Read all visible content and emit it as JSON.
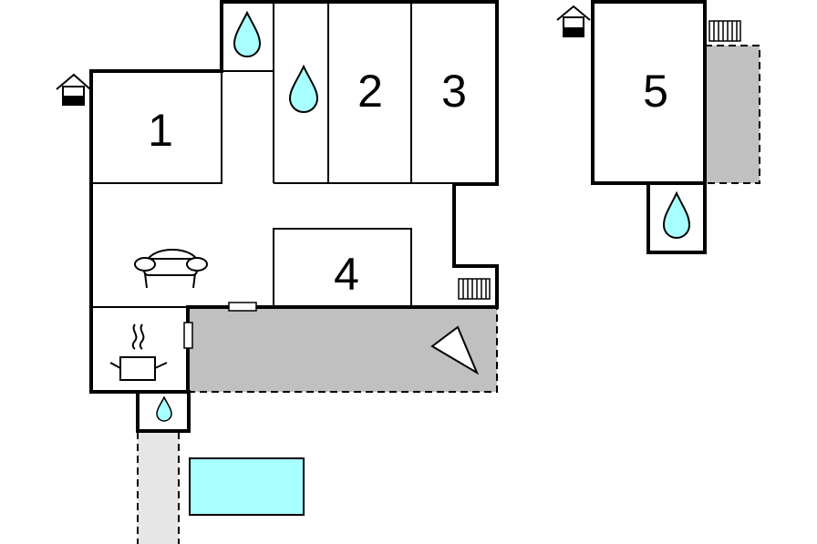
{
  "floorplan": {
    "main_building": {
      "rooms": [
        {
          "label": "1"
        },
        {
          "label": "2"
        },
        {
          "label": "3"
        },
        {
          "label": "4"
        }
      ]
    },
    "annex_building": {
      "rooms": [
        {
          "label": "5"
        }
      ]
    },
    "icons": [
      "house-icon",
      "house-icon",
      "water-drop-icon",
      "water-drop-icon",
      "water-drop-icon",
      "water-drop-icon",
      "sofa-icon",
      "cooking-pot-icon",
      "radiator-icon",
      "radiator-icon",
      "fireplace-icon"
    ],
    "colors": {
      "terrace": "#c0c0c0",
      "path": "#e6e6e6",
      "pool": "#a8ffff",
      "water_drop": "#a8ffff",
      "wall": "#000000"
    }
  }
}
